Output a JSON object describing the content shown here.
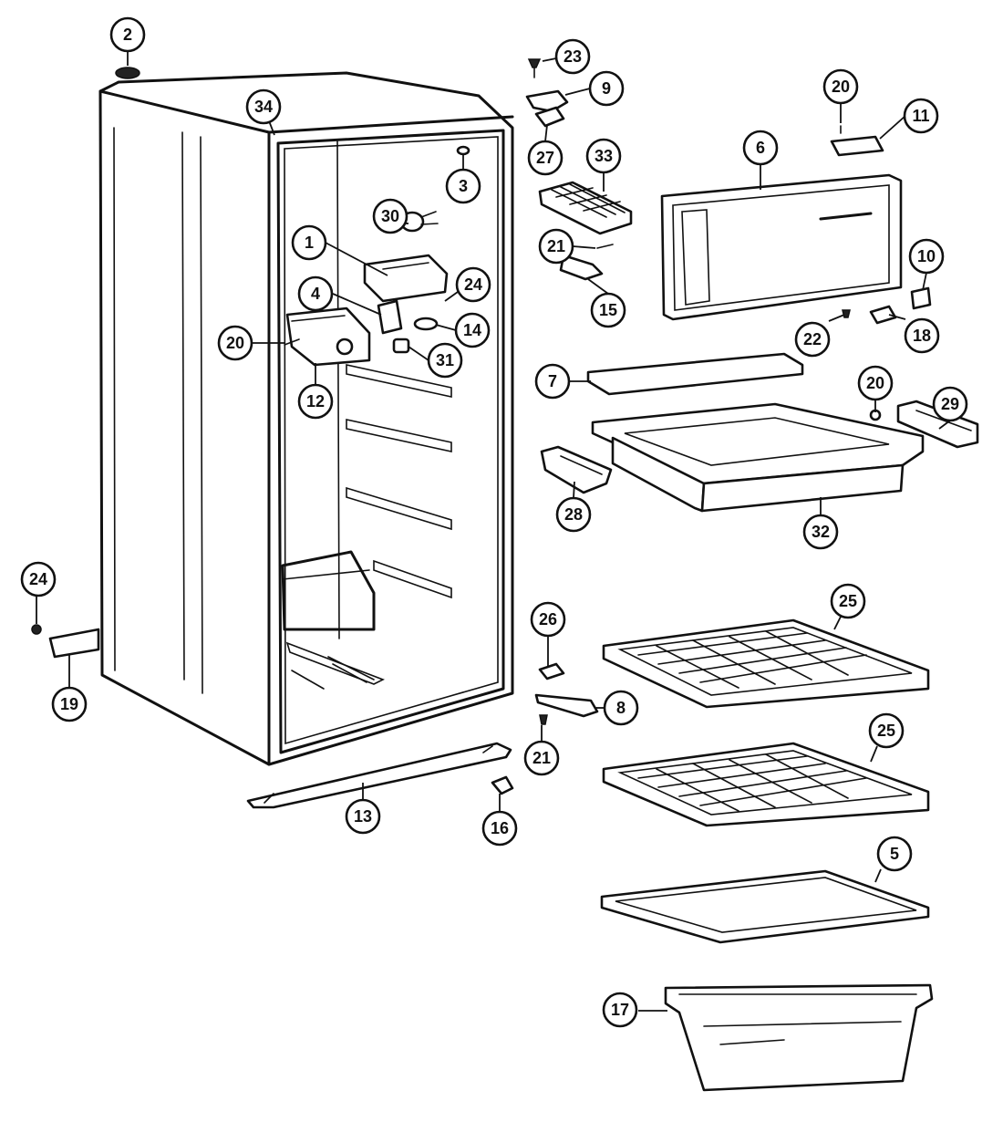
{
  "callouts": [
    {
      "id": "c2",
      "label": "2"
    },
    {
      "id": "c34",
      "label": "34"
    },
    {
      "id": "c3",
      "label": "3"
    },
    {
      "id": "c30",
      "label": "30"
    },
    {
      "id": "c1",
      "label": "1"
    },
    {
      "id": "c24a",
      "label": "24"
    },
    {
      "id": "c4",
      "label": "4"
    },
    {
      "id": "c14",
      "label": "14"
    },
    {
      "id": "c20a",
      "label": "20"
    },
    {
      "id": "c31",
      "label": "31"
    },
    {
      "id": "c12",
      "label": "12"
    },
    {
      "id": "c24b",
      "label": "24"
    },
    {
      "id": "c19",
      "label": "19"
    },
    {
      "id": "c13",
      "label": "13"
    },
    {
      "id": "c16",
      "label": "16"
    },
    {
      "id": "c23",
      "label": "23"
    },
    {
      "id": "c9",
      "label": "9"
    },
    {
      "id": "c27",
      "label": "27"
    },
    {
      "id": "c33",
      "label": "33"
    },
    {
      "id": "c21a",
      "label": "21"
    },
    {
      "id": "c15",
      "label": "15"
    },
    {
      "id": "c7",
      "label": "7"
    },
    {
      "id": "c28",
      "label": "28"
    },
    {
      "id": "c26",
      "label": "26"
    },
    {
      "id": "c8",
      "label": "8"
    },
    {
      "id": "c21b",
      "label": "21"
    },
    {
      "id": "c20b",
      "label": "20"
    },
    {
      "id": "c11",
      "label": "11"
    },
    {
      "id": "c6",
      "label": "6"
    },
    {
      "id": "c10",
      "label": "10"
    },
    {
      "id": "c22",
      "label": "22"
    },
    {
      "id": "c18",
      "label": "18"
    },
    {
      "id": "c20c",
      "label": "20"
    },
    {
      "id": "c29",
      "label": "29"
    },
    {
      "id": "c32",
      "label": "32"
    },
    {
      "id": "c25a",
      "label": "25"
    },
    {
      "id": "c25b",
      "label": "25"
    },
    {
      "id": "c5",
      "label": "5"
    },
    {
      "id": "c17",
      "label": "17"
    }
  ]
}
